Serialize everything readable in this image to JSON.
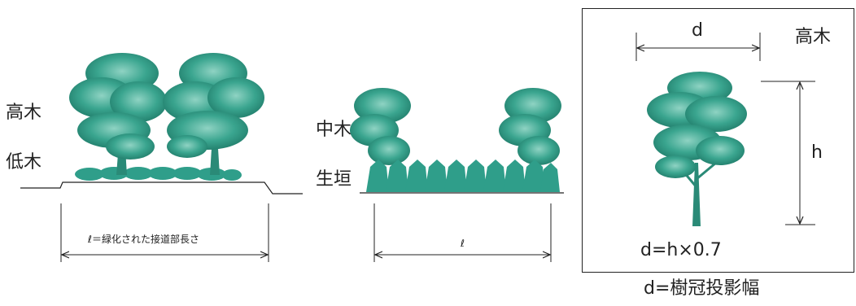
{
  "colors": {
    "foliage": "#2f9e8a",
    "foliage_dark": "#1f7a68",
    "line": "#222222"
  },
  "panel1": {
    "label_tall": "高木",
    "label_low": "低木",
    "length_label": "ℓ＝緑化された接道部長さ"
  },
  "panel2": {
    "label_mid": "中木",
    "label_hedge": "生垣",
    "length_label": "ℓ"
  },
  "panel3": {
    "label_d": "d",
    "label_tall": "高木",
    "label_h": "h",
    "formula": "d=h×0.7"
  },
  "caption": "d=樹冠投影幅"
}
